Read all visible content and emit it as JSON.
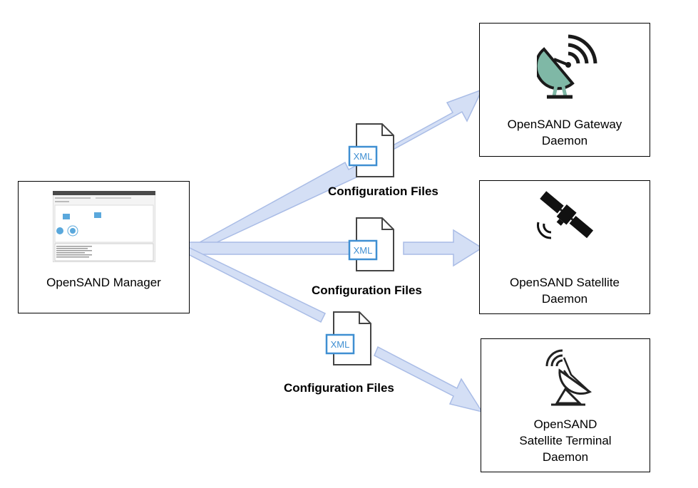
{
  "manager": {
    "label": "OpenSAND Manager"
  },
  "gateway": {
    "label_lines": [
      "OpenSAND Gateway",
      "Daemon"
    ],
    "icon": "satellite-dish-icon"
  },
  "satellite": {
    "label_lines": [
      "OpenSAND Satellite",
      "Daemon"
    ],
    "icon": "satellite-icon"
  },
  "terminal": {
    "label_lines": [
      "OpenSAND",
      "Satellite Terminal",
      "Daemon"
    ],
    "icon": "terminal-antenna-icon"
  },
  "config_files": [
    {
      "label": "Configuration Files",
      "doc_text": "XML"
    },
    {
      "label": "Configuration Files",
      "doc_text": "XML"
    },
    {
      "label": "Configuration Files",
      "doc_text": "XML"
    }
  ],
  "colors": {
    "arrow_fill": "#d4dff5",
    "arrow_stroke": "#a9bce6",
    "doc_blue": "#3f8fd2",
    "icon_green": "#7fb8a6",
    "icon_dark": "#1a1a1a"
  }
}
